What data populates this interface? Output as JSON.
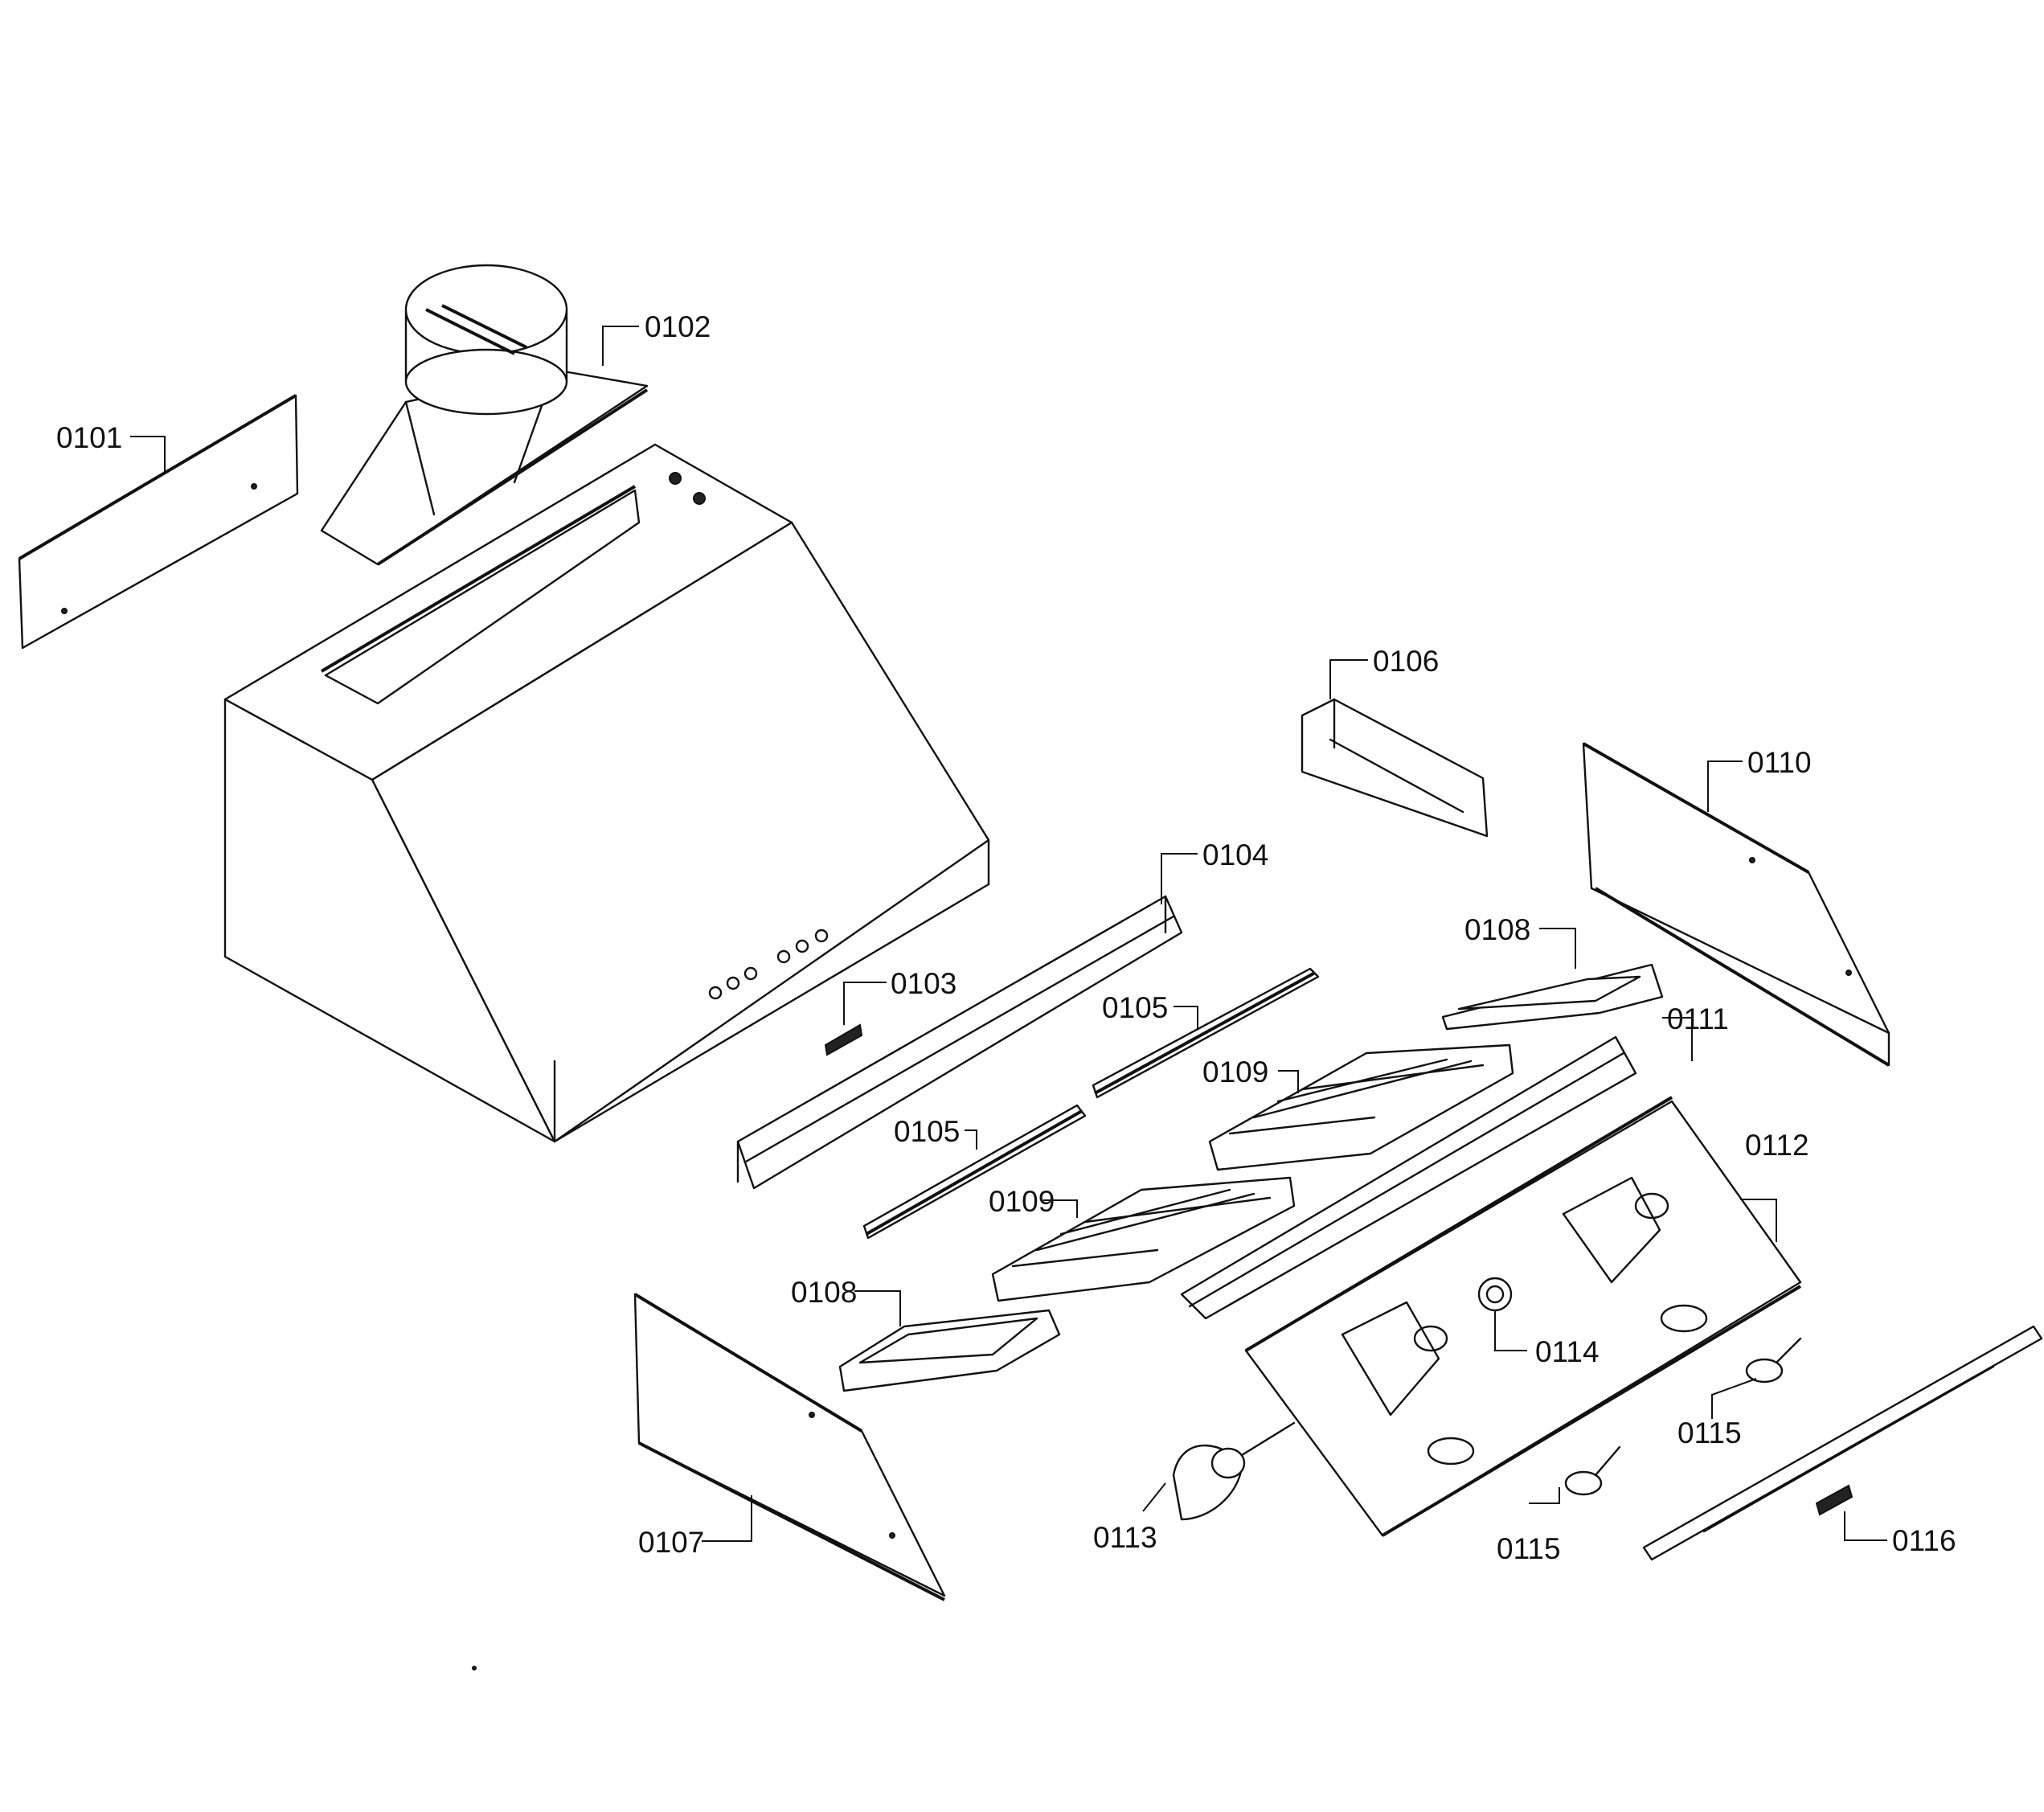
{
  "callouts": [
    {
      "id": "c0101",
      "text": "0101"
    },
    {
      "id": "c0102",
      "text": "0102"
    },
    {
      "id": "c0103",
      "text": "0103"
    },
    {
      "id": "c0104",
      "text": "0104"
    },
    {
      "id": "c0105a",
      "text": "0105"
    },
    {
      "id": "c0105b",
      "text": "0105"
    },
    {
      "id": "c0106",
      "text": "0106"
    },
    {
      "id": "c0107",
      "text": "0107"
    },
    {
      "id": "c0108a",
      "text": "0108"
    },
    {
      "id": "c0108b",
      "text": "0108"
    },
    {
      "id": "c0109a",
      "text": "0109"
    },
    {
      "id": "c0109b",
      "text": "0109"
    },
    {
      "id": "c0110",
      "text": "0110"
    },
    {
      "id": "c0111",
      "text": "0111"
    },
    {
      "id": "c0112",
      "text": "0112"
    },
    {
      "id": "c0113",
      "text": "0113"
    },
    {
      "id": "c0114",
      "text": "0114"
    },
    {
      "id": "c0115a",
      "text": "0115"
    },
    {
      "id": "c0115b",
      "text": "0115"
    },
    {
      "id": "c0116",
      "text": "0116"
    }
  ]
}
